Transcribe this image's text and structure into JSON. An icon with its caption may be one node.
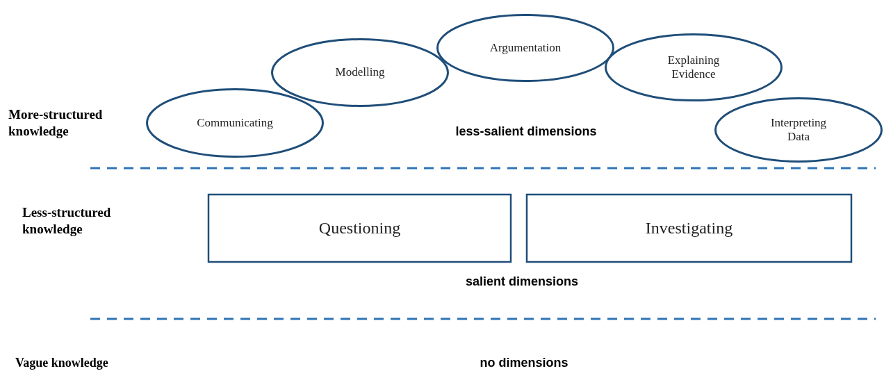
{
  "diagram": {
    "nodes": [
      {
        "text": [
          "Communicating"
        ]
      },
      {
        "text": [
          "Modelling"
        ]
      },
      {
        "text": [
          "Argumentation"
        ]
      },
      {
        "text": [
          "Explaining Evidence"
        ]
      },
      {
        "text": [
          "Interpreting Data"
        ]
      },
      {
        "text": [
          "Questioning"
        ]
      },
      {
        "text": [
          "Investigating"
        ]
      }
    ],
    "labels": [
      "More-structured knowledge",
      "less-salient dimensions",
      "Less-structured knowledge",
      "salient dimensions",
      "Vague knowledge",
      "no dimensions"
    ]
  }
}
